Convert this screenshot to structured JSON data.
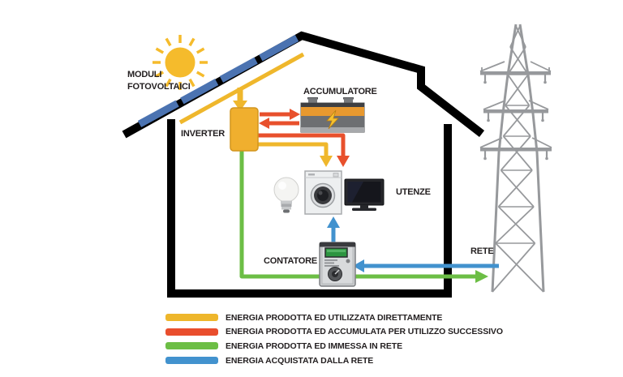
{
  "diagram": {
    "labels": {
      "modules_line1": "MODULI",
      "modules_line2": "FOTOVOLTAICI",
      "inverter": "INVERTER",
      "battery": "ACCUMULATORE",
      "loads": "UTENZE",
      "meter": "CONTATORE",
      "grid": "RETE"
    },
    "components": [
      "sun-icon",
      "solar-panel-icon",
      "house-outline-icon",
      "inverter-box-icon",
      "battery-icon",
      "lightbulb-icon",
      "washing-machine-icon",
      "tv-icon",
      "meter-icon",
      "pylon-icon"
    ]
  },
  "legend": {
    "items": [
      {
        "label": "ENERGIA PRODOTTA ED UTILIZZATA DIRETTAMENTE",
        "color": "#EEB62B"
      },
      {
        "label": "ENERGIA PRODOTTA ED ACCUMULATA PER UTILIZZO SUCCESSIVO",
        "color": "#E94E2D"
      },
      {
        "label": "ENERGIA PRODOTTA ED IMMESSA IN RETE",
        "color": "#6CBE45"
      },
      {
        "label": "ENERGIA ACQUISTATA DALLA RETE",
        "color": "#4292CE"
      }
    ]
  },
  "colors": {
    "flow_direct_yellow": "#EEB62B",
    "flow_stored_red": "#E94E2D",
    "flow_feed_in_green": "#6CBE45",
    "flow_purchased_blue": "#4292CE",
    "panel_blue": "#4B73B1",
    "sun_yellow": "#F5BB2C",
    "structure_black": "#000000",
    "pylon_gray": "#97999C"
  }
}
